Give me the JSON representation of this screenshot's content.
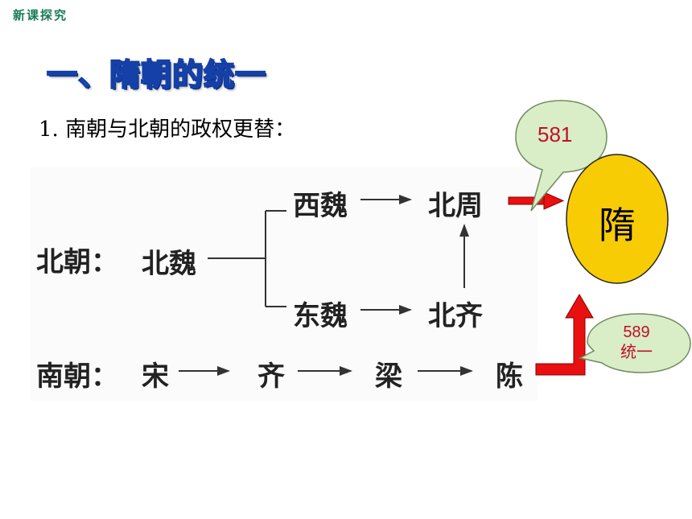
{
  "header": {
    "corner_label": "新课探究"
  },
  "section_title": "一、隋朝的统一",
  "subtitle": "1. 南朝与北朝的政权更替：",
  "diagram": {
    "north_label": "北朝：",
    "north_root": "北魏",
    "west_wei": "西魏",
    "east_wei": "东魏",
    "north_zhou": "北周",
    "north_qi": "北齐",
    "south_label": "南朝：",
    "south_chain": [
      "宋",
      "齐",
      "梁",
      "陈"
    ],
    "sui": "隋",
    "bubble_581": "581",
    "bubble_589_line1": "589",
    "bubble_589_line2": "统一",
    "colors": {
      "title_stroke": "#1540a8",
      "corner": "#1a7a55",
      "bubble_fill": "#d9edc6",
      "bubble_text": "#c0102a",
      "sui_fill": "#f8cc04",
      "arrow_red": "#e81010"
    }
  }
}
